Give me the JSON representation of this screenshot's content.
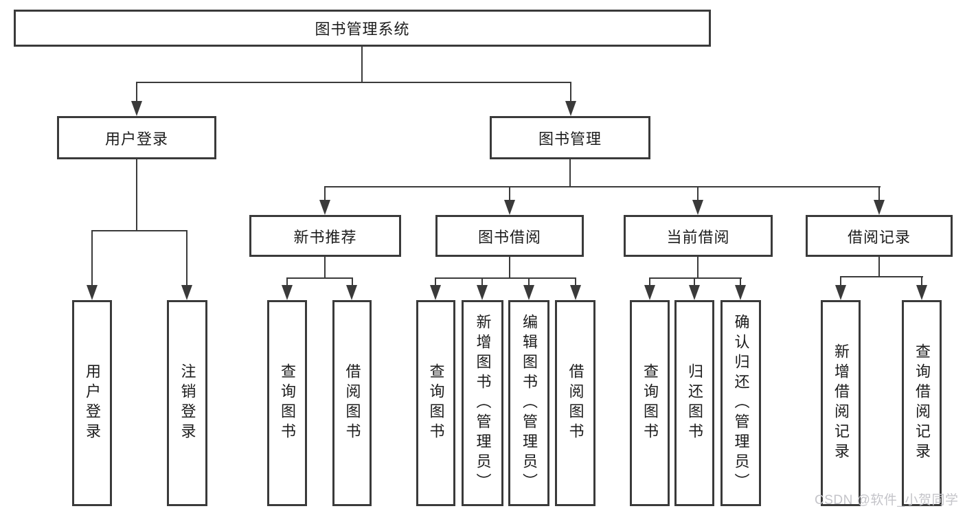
{
  "diagram": {
    "title": "图书管理系统",
    "colors": {
      "line": "#3a3a3a",
      "text": "#1c1c1c",
      "background": "#ffffff",
      "watermark": "#c4c4c9"
    },
    "nodes": {
      "root": "图书管理系统",
      "l2": [
        "用户登录",
        "图书管理"
      ],
      "l3": [
        "新书推荐",
        "图书借阅",
        "当前借阅",
        "借阅记录"
      ],
      "l4": [
        "用户登录",
        "注销登录",
        "查询图书",
        "借阅图书",
        "查询图书",
        "新增图书（管理员）",
        "编辑图书（管理员）",
        "借阅图书",
        "查询图书",
        "归还图书",
        "确认归还（管理员）",
        "新增借阅记录",
        "查询借阅记录"
      ]
    },
    "watermark": "CSDN @软件_小贺同学"
  }
}
